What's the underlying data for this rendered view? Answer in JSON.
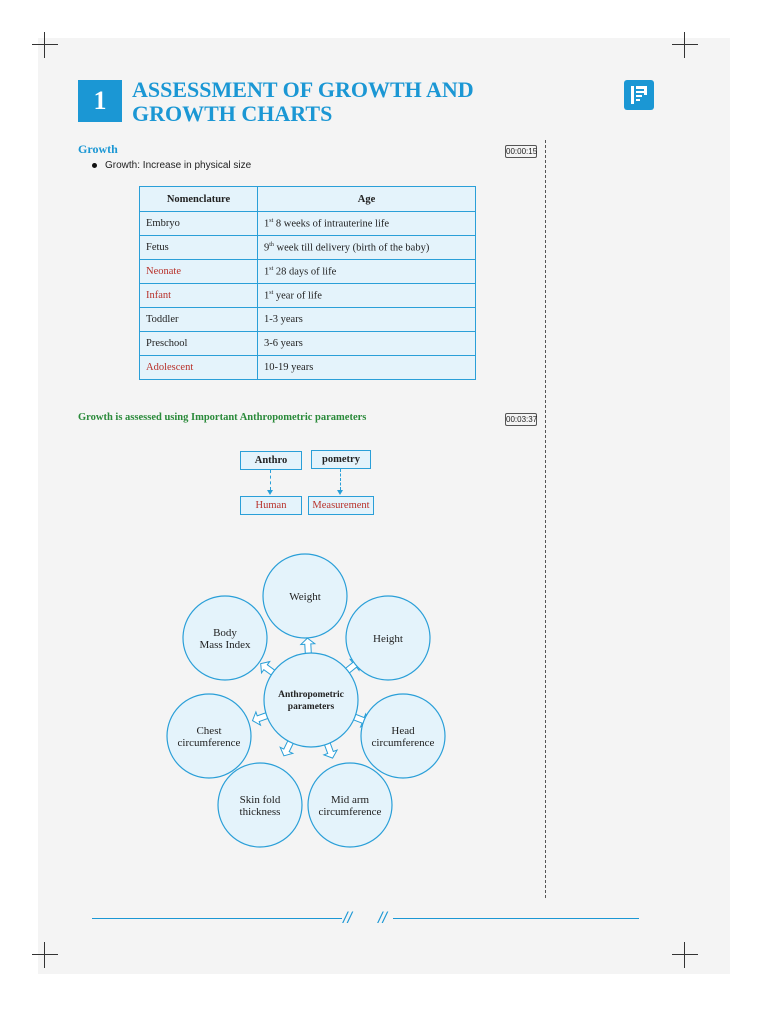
{
  "chapter": {
    "number": "1",
    "title": "ASSESSMENT OF GROWTH AND GROWTH CHARTS"
  },
  "timestamps": [
    "00:00:15",
    "00:03:37"
  ],
  "growth_section": {
    "heading": "Growth",
    "bullet": "Growth: Increase in physical size",
    "table": {
      "headers": [
        "Nomenclature",
        "Age"
      ],
      "rows": [
        {
          "name": "Embryo",
          "ord": "1",
          "sup": "st",
          "rest": " 8 weeks of intrauterine life",
          "highlight": false
        },
        {
          "name": "Fetus",
          "ord": "9",
          "sup": "th",
          "rest": " week till delivery (birth of the baby)",
          "highlight": false
        },
        {
          "name": "Neonate",
          "ord": "1",
          "sup": "st",
          "rest": " 28 days of life",
          "highlight": true
        },
        {
          "name": "Infant",
          "ord": "1",
          "sup": "st",
          "rest": " year of life",
          "highlight": true
        },
        {
          "name": "Toddler",
          "ord": "",
          "sup": "",
          "rest": "1-3 years",
          "highlight": false
        },
        {
          "name": "Preschool",
          "ord": "",
          "sup": "",
          "rest": "3-6 years",
          "highlight": false
        },
        {
          "name": "Adolescent",
          "ord": "",
          "sup": "",
          "rest": "10-19 years",
          "highlight": true
        }
      ]
    }
  },
  "anthro_section": {
    "heading": "Growth is assessed using Important Anthropometric parameters",
    "terms": [
      {
        "part": "Anthro",
        "meaning": "Human"
      },
      {
        "part": "pometry",
        "meaning": "Measurement"
      }
    ]
  },
  "diagram": {
    "center": [
      "Anthropometric",
      "parameters"
    ],
    "nodes": [
      {
        "id": "weight",
        "lines": [
          "Weight"
        ]
      },
      {
        "id": "height",
        "lines": [
          "Height"
        ]
      },
      {
        "id": "head-circumference",
        "lines": [
          "Head",
          "circumference"
        ]
      },
      {
        "id": "mid-arm-circumference",
        "lines": [
          "Mid arm",
          "circumference"
        ]
      },
      {
        "id": "skin-fold-thickness",
        "lines": [
          "Skin fold",
          "thickness"
        ]
      },
      {
        "id": "chest-circumference",
        "lines": [
          "Chest",
          "circumference"
        ]
      },
      {
        "id": "body-mass-index",
        "lines": [
          "Body",
          "Mass Index"
        ]
      }
    ]
  },
  "colors": {
    "accent": "#1b97d4",
    "highlight_text": "#b8312a",
    "heading_green": "#2a8a3a",
    "cell_fill": "#e4f3fb"
  },
  "icons": [
    "publisher-logo-icon"
  ]
}
